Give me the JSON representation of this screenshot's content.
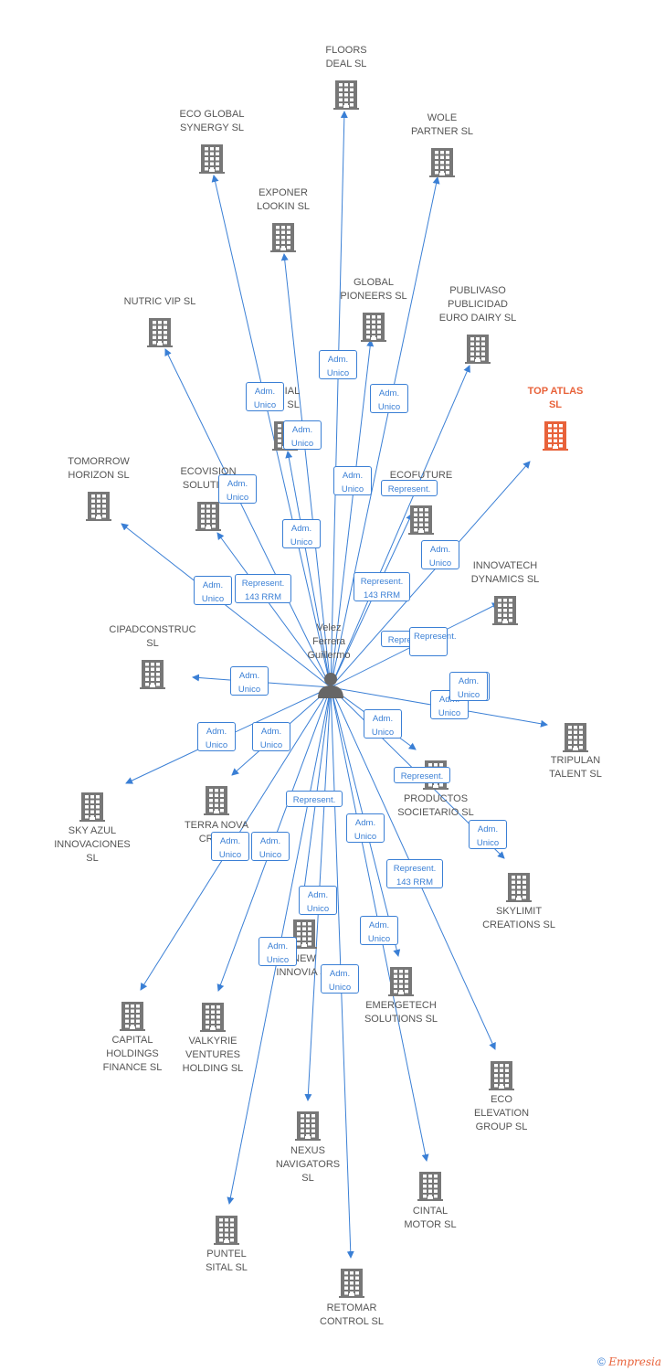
{
  "center": {
    "name": "Velez\nFerrera\nGuillermo"
  },
  "colors": {
    "edge": "#3a7fd5",
    "node": "#777777",
    "highlight": "#e8623a"
  },
  "nodes": [
    {
      "id": "floors",
      "label": "FLOORS\nDEAL SL"
    },
    {
      "id": "ecoglobal",
      "label": "ECO GLOBAL\nSYNERGY SL"
    },
    {
      "id": "wole",
      "label": "WOLE\nPARTNER SL"
    },
    {
      "id": "exponer",
      "label": "EXPONER\nLOOKIN SL"
    },
    {
      "id": "global",
      "label": "GLOBAL\nPIONEERS SL"
    },
    {
      "id": "publivaso",
      "label": "PUBLIVASO\nPUBLICIDAD\nEURO DAIRY SL"
    },
    {
      "id": "nutric",
      "label": "NUTRIC VIP SL"
    },
    {
      "id": "topatlas",
      "label": "TOP ATLAS\nSL",
      "highlight": true
    },
    {
      "id": "comercial",
      "label": "RCIAL\nAC SL"
    },
    {
      "id": "tomorrow",
      "label": "TOMORROW\nHORIZON SL"
    },
    {
      "id": "ecovision",
      "label": "ECOVISION\nSOLUTION"
    },
    {
      "id": "ecofuture",
      "label": "ECOFUTURE\nSL"
    },
    {
      "id": "innovatech",
      "label": "INNOVATECH\nDYNAMICS SL"
    },
    {
      "id": "cipad",
      "label": "CIPADCONSTRUC\nSL"
    },
    {
      "id": "tripulan",
      "label": "TRIPULAN\nTALENT SL"
    },
    {
      "id": "productos",
      "label": "PRODUCTOS\nSOCIETARIO SL"
    },
    {
      "id": "skyazul",
      "label": "SKY AZUL\nINNOVACIONES\nSL"
    },
    {
      "id": "terranova",
      "label": "TERRA NOVA\nCREAC"
    },
    {
      "id": "skylimit",
      "label": "SKYLIMIT\nCREATIONS SL"
    },
    {
      "id": "new",
      "label": "NEW\nINNOVIA SL"
    },
    {
      "id": "emergetech",
      "label": "EMERGETECH\nSOLUTIONS SL"
    },
    {
      "id": "capital",
      "label": "CAPITAL\nHOLDINGS\nFINANCE SL"
    },
    {
      "id": "valkyrie",
      "label": "VALKYRIE\nVENTURES\nHOLDING SL"
    },
    {
      "id": "eco_elev",
      "label": "ECO\nELEVATION\nGROUP SL"
    },
    {
      "id": "nexus",
      "label": "NEXUS\nNAVIGATORS\nSL"
    },
    {
      "id": "cintal",
      "label": "CINTAL\nMOTOR SL"
    },
    {
      "id": "puntel",
      "label": "PUNTEL\nSITAL SL"
    },
    {
      "id": "retomar",
      "label": "RETOMAR\nCONTROL SL"
    }
  ],
  "edges": [
    {
      "to": "floors",
      "label": "Adm.\nUnico"
    },
    {
      "to": "ecoglobal",
      "label": "Adm.\nUnico"
    },
    {
      "to": "wole",
      "label": "Adm.\nUnico"
    },
    {
      "to": "exponer",
      "label": "Adm.\nUnico"
    },
    {
      "to": "global",
      "label": "Adm.\nUnico"
    },
    {
      "to": "publivaso",
      "label": "Represent."
    },
    {
      "to": "nutric",
      "label": "Adm.\nUnico"
    },
    {
      "to": "topatlas",
      "label": "Adm.\nUnico"
    },
    {
      "to": "comercial",
      "label": "Adm.\nUnico"
    },
    {
      "to": "tomorrow",
      "label": "Adm.\nUnico"
    },
    {
      "to": "ecovision",
      "label": "Represent.\n143 RRM"
    },
    {
      "to": "ecofuture",
      "label": "Represent.\n143 RRM"
    },
    {
      "to": "innovatech",
      "label": "Adm.\nUnico"
    },
    {
      "to": "cipad",
      "label": "Adm.\nUnico"
    },
    {
      "to": "tripulan",
      "label": "Adm.\nUnico"
    },
    {
      "to": "productos",
      "label": "Adm.\nUnico"
    },
    {
      "to": "skyazul",
      "label": "Adm.\nUnico"
    },
    {
      "to": "terranova",
      "label": "Adm.\nUnico"
    },
    {
      "to": "skylimit",
      "label": "Adm.\nUnico"
    },
    {
      "to": "new",
      "label": "Adm.\nUnico"
    },
    {
      "to": "emergetech",
      "label": "Adm.\nUnico"
    },
    {
      "to": "capital",
      "label": "Adm.\nUnico"
    },
    {
      "to": "valkyrie",
      "label": "Adm.\nUnico"
    },
    {
      "to": "eco_elev",
      "label": "Represent.\n143 RRM"
    },
    {
      "to": "nexus",
      "label": "Represent."
    },
    {
      "to": "cintal",
      "label": "Adm.\nUnico"
    },
    {
      "to": "puntel",
      "label": "Adm.\nUnico"
    },
    {
      "to": "retomar",
      "label": "Adm.\nUnico"
    },
    {
      "to": "skylimit",
      "label": "Represent."
    },
    {
      "to": "innovatech",
      "label": "Represent."
    },
    {
      "to": "comercial",
      "label": "Adm.\nUnico"
    },
    {
      "to": "tripulan",
      "label": "Adm.\nUnico"
    },
    {
      "to": "productos",
      "label": "Represent."
    }
  ],
  "footer": {
    "copyright": "©",
    "brand": "Empresia"
  }
}
